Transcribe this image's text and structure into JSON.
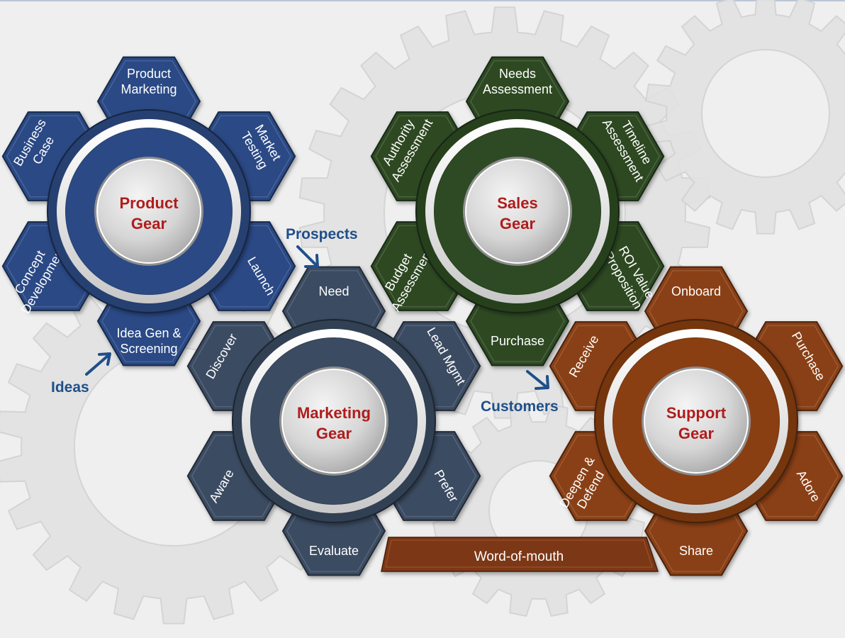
{
  "gears": [
    {
      "id": "product",
      "title_lines": [
        "Product",
        "Gear"
      ],
      "color": "#2b4a85",
      "segments": [
        {
          "lines": [
            "Product",
            "Marketing"
          ]
        },
        {
          "lines": [
            "Market",
            "Testing"
          ]
        },
        {
          "lines": [
            "Launch"
          ]
        },
        {
          "lines": [
            "Idea Gen &",
            "Screening"
          ]
        },
        {
          "lines": [
            "Concept",
            "Development"
          ]
        },
        {
          "lines": [
            "Business",
            "Case"
          ]
        }
      ]
    },
    {
      "id": "sales",
      "title_lines": [
        "Sales",
        "Gear"
      ],
      "color": "#2e4a24",
      "segments": [
        {
          "lines": [
            "Needs",
            "Assessment"
          ]
        },
        {
          "lines": [
            "Timeline",
            "Assessment"
          ]
        },
        {
          "lines": [
            "ROI Value",
            "Proposition"
          ]
        },
        {
          "lines": [
            "Purchase"
          ]
        },
        {
          "lines": [
            "Budget",
            "Assessment"
          ]
        },
        {
          "lines": [
            "Authority",
            "Assessment"
          ]
        }
      ]
    },
    {
      "id": "marketing",
      "title_lines": [
        "Marketing",
        "Gear"
      ],
      "color": "#3b4b62",
      "segments": [
        {
          "lines": [
            "Need"
          ]
        },
        {
          "lines": [
            "Lead Mgmt"
          ]
        },
        {
          "lines": [
            "Prefer"
          ]
        },
        {
          "lines": [
            "Evaluate"
          ]
        },
        {
          "lines": [
            "Aware"
          ]
        },
        {
          "lines": [
            "Discover"
          ]
        }
      ]
    },
    {
      "id": "support",
      "title_lines": [
        "Support",
        "Gear"
      ],
      "color": "#8a3f13",
      "segments": [
        {
          "lines": [
            "Onboard"
          ]
        },
        {
          "lines": [
            "Purchase"
          ]
        },
        {
          "lines": [
            "Adore"
          ]
        },
        {
          "lines": [
            "Share"
          ]
        },
        {
          "lines": [
            "Deepen &",
            "Defend"
          ]
        },
        {
          "lines": [
            "Receive"
          ]
        }
      ]
    }
  ],
  "flows": {
    "ideas": "Ideas",
    "prospects": "Prospects",
    "customers": "Customers"
  },
  "word_of_mouth": "Word-of-mouth",
  "colors": {
    "title_red": "#b01c1c",
    "flow_blue": "#1f4f8a",
    "word_of_mouth_bar": "#7c3812"
  }
}
